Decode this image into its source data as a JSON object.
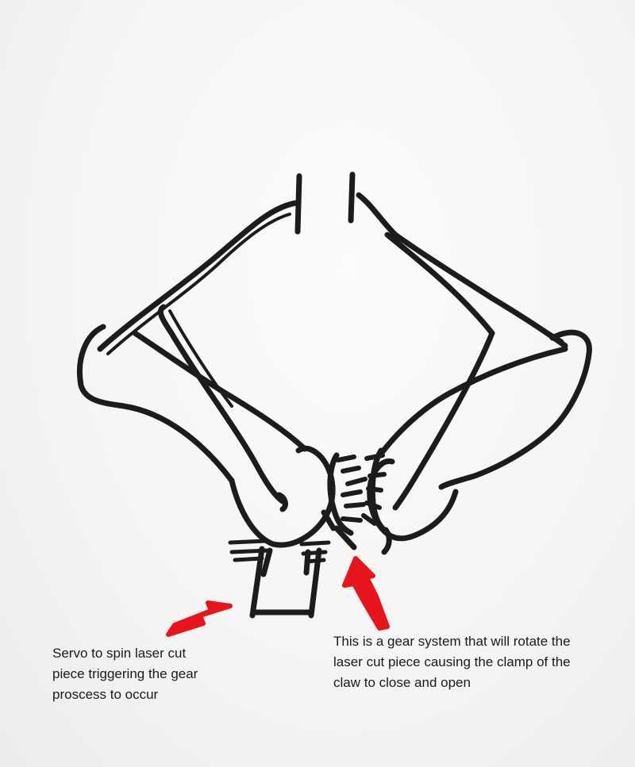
{
  "annotations": {
    "servo_caption": "Servo to spin laser cut\npiece triggering the gear\nproscess to occur",
    "gear_caption": "This is a gear system that will rotate the\nlaser cut piece causing the clamp of the\nclaw to close and open"
  },
  "colors": {
    "marker_ink": "#1c1c1c",
    "arrow_red": "#e8141c",
    "board_white": "#f4f4f2",
    "text": "#1a1a1a"
  },
  "icons": [
    "red-arrow-to-servo",
    "red-arrow-to-gears"
  ]
}
